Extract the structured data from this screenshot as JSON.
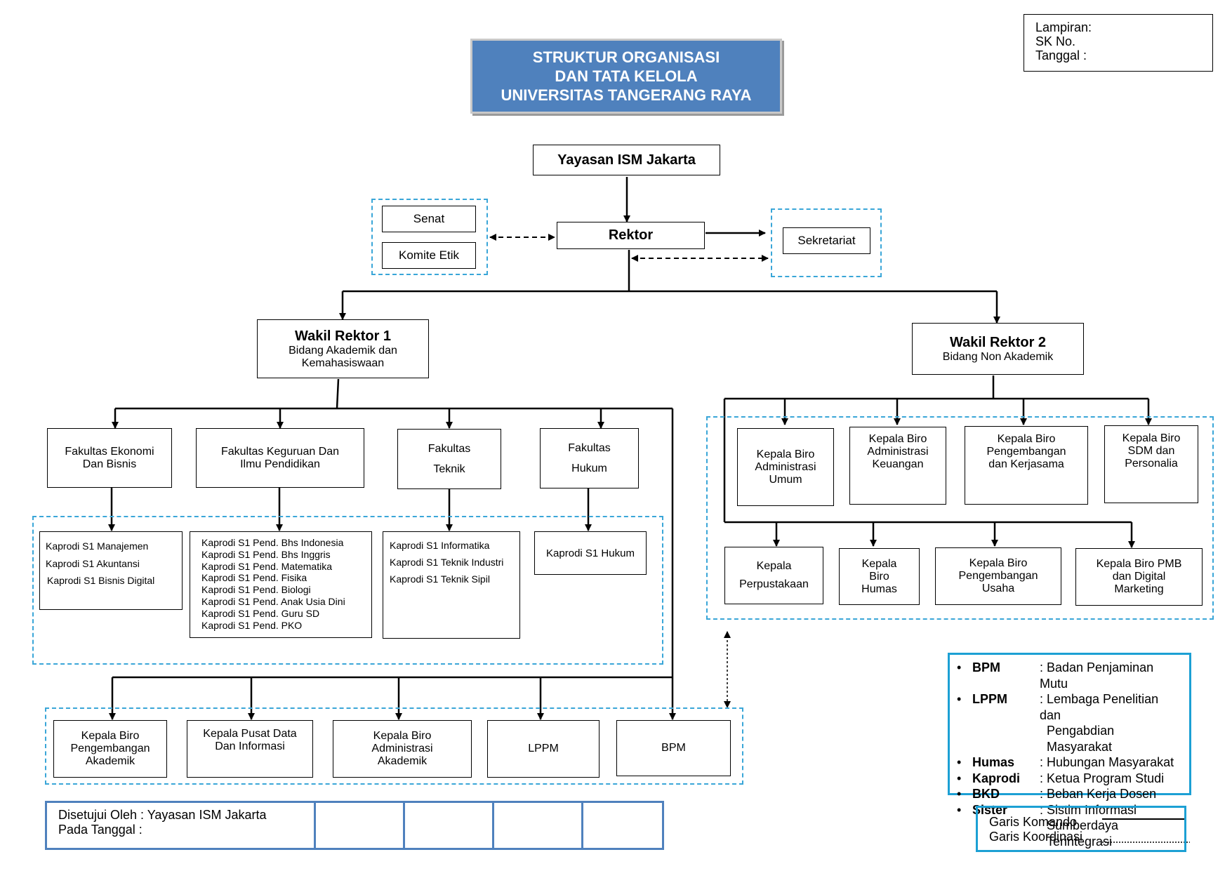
{
  "lampiran": {
    "line1": "Lampiran:",
    "line2": "SK No.",
    "line3": "Tanggal :"
  },
  "title": {
    "line1": "STRUKTUR ORGANISASI",
    "line2": "DAN TATA KELOLA",
    "line3": "UNIVERSITAS TANGERANG RAYA"
  },
  "yayasan": "Yayasan ISM Jakarta",
  "senat": "Senat",
  "komite_etik": "Komite Etik",
  "rektor": "Rektor",
  "sekretariat": "Sekretariat",
  "wr1": {
    "title": "Wakil Rektor 1",
    "sub1": "Bidang Akademik dan",
    "sub2": "Kemahasiswaan"
  },
  "wr2": {
    "title": "Wakil Rektor 2",
    "sub1": "Bidang Non Akademik"
  },
  "fakultas": [
    {
      "l1": "Fakultas Ekonomi",
      "l2": "Dan Bisnis"
    },
    {
      "l1": "Fakultas Keguruan Dan",
      "l2": "Ilmu Pendidikan"
    },
    {
      "l1": "Fakultas",
      "l2": "Teknik"
    },
    {
      "l1": "Fakultas",
      "l2": "Hukum"
    }
  ],
  "kaprodi_ekonomi": [
    "Kaprodi S1 Manajemen",
    "Kaprodi S1 Akuntansi",
    "Kaprodi S1 Bisnis Digital"
  ],
  "kaprodi_fkip": [
    "Kaprodi S1 Pend. Bhs Indonesia",
    "Kaprodi S1 Pend. Bhs Inggris",
    "Kaprodi S1 Pend. Matematika",
    "Kaprodi S1 Pend. Fisika",
    "Kaprodi S1 Pend. Biologi",
    "Kaprodi S1 Pend. Anak Usia Dini",
    "Kaprodi S1 Pend. Guru SD",
    "Kaprodi S1 Pend. PKO"
  ],
  "kaprodi_teknik": [
    "Kaprodi S1 Informatika",
    "Kaprodi S1 Teknik Industri",
    "Kaprodi S1 Teknik Sipil"
  ],
  "kaprodi_hukum": "Kaprodi S1 Hukum",
  "wr2_top": [
    {
      "l1": "Kepala Biro",
      "l2": "Administrasi",
      "l3": "Umum"
    },
    {
      "l1": "Kepala Biro",
      "l2": "Administrasi",
      "l3": "Keuangan"
    },
    {
      "l1": "Kepala Biro",
      "l2": "Pengembangan",
      "l3": "dan Kerjasama"
    },
    {
      "l1": "Kepala Biro",
      "l2": "SDM dan",
      "l3": "Personalia"
    }
  ],
  "wr2_bottom": [
    {
      "l1": "Kepala",
      "l2": "Perpustakaan"
    },
    {
      "l1": "Kepala",
      "l2": "Biro",
      "l3": "Humas"
    },
    {
      "l1": "Kepala Biro",
      "l2": "Pengembangan",
      "l3": "Usaha"
    },
    {
      "l1": "Kepala Biro PMB",
      "l2": "dan Digital",
      "l3": "Marketing"
    }
  ],
  "bottom_units": [
    {
      "l1": "Kepala Biro",
      "l2": "Pengembangan",
      "l3": "Akademik"
    },
    {
      "l1": "Kepala Pusat Data",
      "l2": "Dan Informasi"
    },
    {
      "l1": "Kepala Biro",
      "l2": "Administrasi",
      "l3": "Akademik"
    },
    {
      "l1": "LPPM"
    },
    {
      "l1": "BPM"
    }
  ],
  "approval": {
    "line1": "Disetujui Oleh : Yayasan ISM Jakarta",
    "line2": "Pada Tanggal :"
  },
  "abbreviations": [
    {
      "abbr": "BPM",
      "desc": ": Badan Penjaminan Mutu",
      "desc2": ""
    },
    {
      "abbr": "LPPM",
      "desc": ": Lembaga Penelitian dan",
      "desc2": "Pengabdian Masyarakat"
    },
    {
      "abbr": "Humas",
      "desc": ": Hubungan Masyarakat",
      "desc2": ""
    },
    {
      "abbr": "Kaprodi",
      "desc": ": Ketua Program Studi",
      "desc2": ""
    },
    {
      "abbr": "BKD",
      "desc": ": Beban Kerja Dosen",
      "desc2": ""
    },
    {
      "abbr": "Sister",
      "desc": ": Sistim Informasi",
      "desc2": "Sumberdaya Terintegrasi"
    }
  ],
  "line_legend": {
    "komando": "Garis Komando",
    "koordinasi": "Garis Koordinasi"
  },
  "colors": {
    "title_bg": "#4f81bd",
    "dashed_border": "#3aa6d8",
    "legend_border": "#1ca0d4",
    "approval_border": "#4f81bd"
  }
}
